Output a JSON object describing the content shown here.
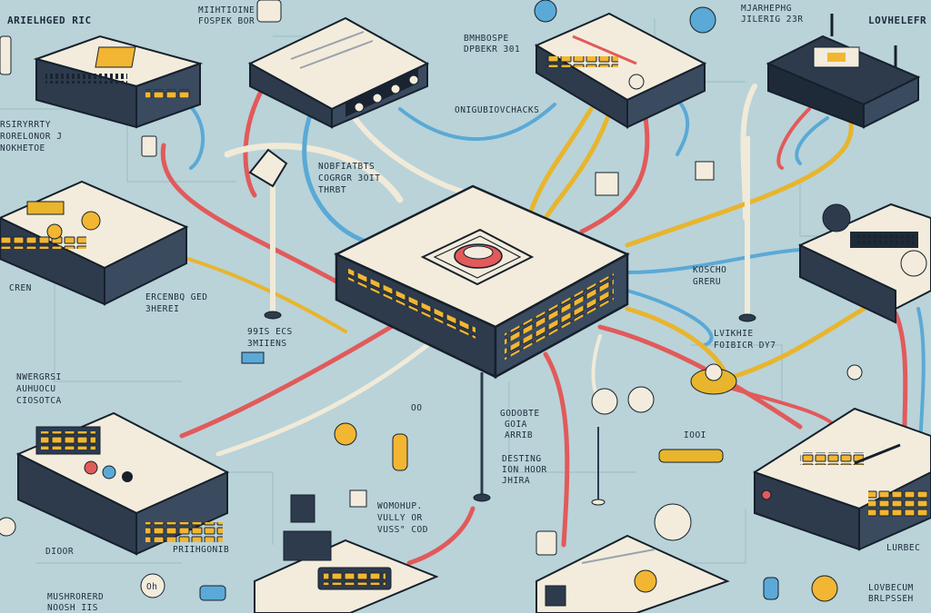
{
  "colors": {
    "background": "#b9d3d9",
    "device_body": "#2d3b4d",
    "device_top": "#f3ecdc",
    "outline": "#16202c",
    "port": "#f2b632",
    "cable_red": "#e25a5a",
    "cable_blue": "#5aa9d6",
    "cable_yellow": "#e8b52c",
    "cable_cream": "#f1ead8"
  },
  "devices": [
    {
      "name": "router-top-left",
      "icon": "router-icon"
    },
    {
      "name": "router-top-center",
      "icon": "router-icon"
    },
    {
      "name": "router-top-mid-right",
      "icon": "router-icon"
    },
    {
      "name": "router-top-right",
      "icon": "router-icon"
    },
    {
      "name": "switch-left",
      "icon": "switch-icon"
    },
    {
      "name": "switch-central-hub",
      "icon": "network-hub-icon"
    },
    {
      "name": "switch-right",
      "icon": "switch-icon"
    },
    {
      "name": "switch-bottom-left",
      "icon": "switch-icon"
    },
    {
      "name": "switch-bottom-right",
      "icon": "switch-icon"
    },
    {
      "name": "box-bottom-center-left",
      "icon": "router-icon"
    },
    {
      "name": "box-bottom-center-right",
      "icon": "router-icon"
    }
  ],
  "labels": [
    {
      "name": "label-top-left",
      "lines": [
        "ARIELHGED RIC"
      ]
    },
    {
      "name": "label-top-left-center",
      "lines": [
        "MIIHTIOINE",
        "FOSPEK BOR"
      ]
    },
    {
      "name": "label-top-center",
      "lines": [
        "BMHBOSPE",
        "DPBEKR 301"
      ]
    },
    {
      "name": "label-top-right-center",
      "lines": [
        "MJARHEPHG",
        "JILERIG 23R"
      ]
    },
    {
      "name": "label-top-right",
      "lines": [
        "LOVHELEFR"
      ]
    },
    {
      "name": "label-left-upper",
      "lines": [
        "RSIRYRRTY",
        "RORELONOR J",
        "NOKHETOE"
      ]
    },
    {
      "name": "label-center-upper",
      "lines": [
        "ONIGUBIOVCHACKS"
      ]
    },
    {
      "name": "label-center-note",
      "lines": [
        "NOBFIATBTS",
        "COGRGR 3OIT",
        "THRBT"
      ]
    },
    {
      "name": "label-right-upper",
      "lines": [
        "KOSCHO",
        "GRERU"
      ]
    },
    {
      "name": "label-left-mid",
      "lines": [
        "ERCENBQ GED",
        "3HEREI"
      ]
    },
    {
      "name": "label-center-left",
      "lines": [
        "99IS ECS",
        "3MIIENS"
      ]
    },
    {
      "name": "label-right-mid",
      "lines": [
        "LVIKHIE",
        "FOIBICR DY7"
      ]
    },
    {
      "name": "label-left-lower",
      "lines": [
        "NWERGRSI",
        "AUHUOCU",
        "CIOSOTCA"
      ]
    },
    {
      "name": "label-center-lower",
      "lines": [
        "GODOBTE",
        "GOIA",
        "ARRIB"
      ]
    },
    {
      "name": "label-center-desc",
      "lines": [
        "DESTING",
        "ION HOOR",
        "JHIRA"
      ]
    },
    {
      "name": "label-bottom-center",
      "lines": [
        "WOMOHUP.",
        "VULLY OR",
        "VUSS\" COD"
      ]
    },
    {
      "name": "label-bottom-left",
      "lines": [
        "DIOOR"
      ]
    },
    {
      "name": "label-bottom-left-center",
      "lines": [
        "PRIIHGONIB"
      ]
    },
    {
      "name": "label-bottom-left-corner",
      "lines": [
        "MUSHRORERD",
        "NOOSH IIS"
      ]
    },
    {
      "name": "label-bottom-right",
      "lines": [
        "LOVBECUM",
        "BRLPSSEH"
      ]
    },
    {
      "name": "label-short-1",
      "lines": [
        "CREN"
      ]
    },
    {
      "name": "label-short-2",
      "lines": [
        "Oh"
      ]
    },
    {
      "name": "label-short-3",
      "lines": [
        "OO"
      ]
    },
    {
      "name": "label-short-4",
      "lines": [
        "IOOI"
      ]
    },
    {
      "name": "label-short-5",
      "lines": [
        "LURBEC"
      ]
    }
  ]
}
